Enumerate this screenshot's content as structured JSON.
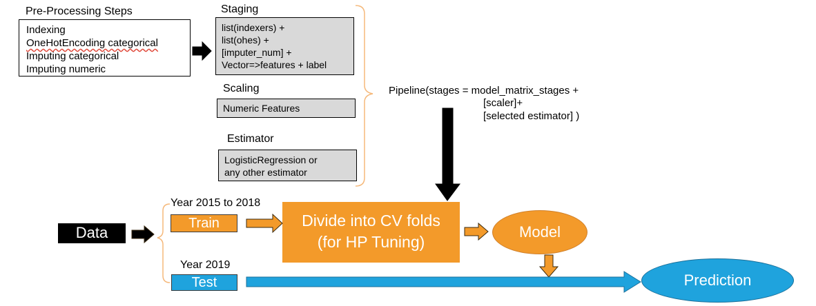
{
  "preprocessing": {
    "title": "Pre-Processing Steps",
    "items": [
      "Indexing",
      "OneHotEncoding categorical",
      "Imputing categorical",
      "Imputing numeric"
    ]
  },
  "staging": {
    "title": "Staging",
    "lines": [
      "list(indexers) +",
      "list(ohes) +",
      "[imputer_num] +",
      "Vector=>features + label"
    ]
  },
  "scaling": {
    "title": "Scaling",
    "text": "Numeric Features"
  },
  "estimator": {
    "title": "Estimator",
    "lines": [
      "LogisticRegression or",
      "any other estimator"
    ]
  },
  "pipeline": {
    "lines": [
      "Pipeline(stages = model_matrix_stages +",
      "[scaler]+",
      "[selected estimator] )"
    ]
  },
  "flow": {
    "data_label": "Data",
    "train_year": "Year 2015 to 2018",
    "train_label": "Train",
    "test_year": "Year 2019",
    "test_label": "Test",
    "cv_lines": [
      "Divide into CV folds",
      "(for HP Tuning)"
    ],
    "model_label": "Model",
    "prediction_label": "Prediction"
  },
  "colors": {
    "orange": "#f39a2a",
    "blue": "#1fa3dd",
    "grey": "#d9d9d9",
    "bracket": "#f5b87a"
  }
}
